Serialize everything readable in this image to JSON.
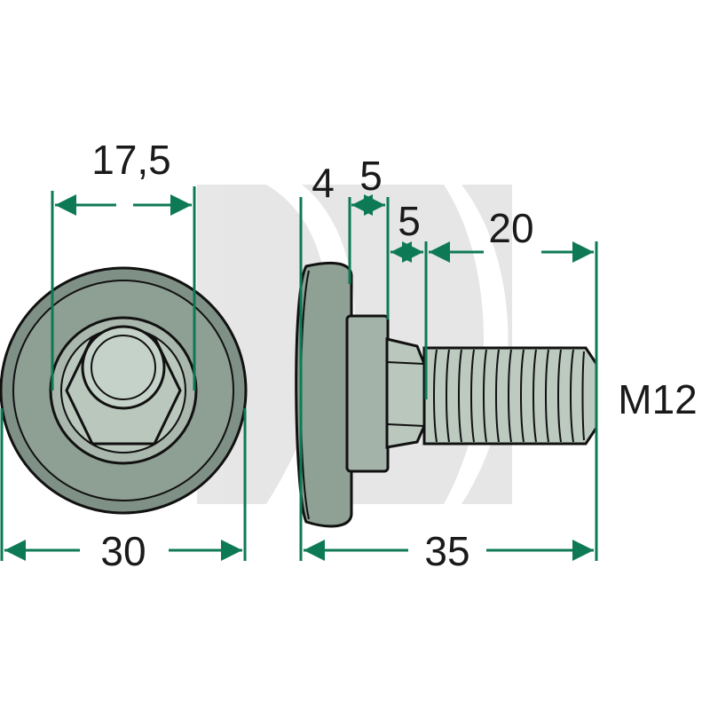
{
  "dimensions": {
    "inner_diameter": "17,5",
    "outer_diameter": "30",
    "washer_thickness": "4",
    "collar_length": "5",
    "hex_length": "5",
    "thread_length": "20",
    "total_length": "35",
    "thread_size": "M12"
  },
  "colors": {
    "dimension_line": "#0e7a55",
    "part_fill": "#b9c7bd",
    "part_dark": "#7f9186",
    "outline": "#111111",
    "watermark": "#e2e2e2"
  }
}
